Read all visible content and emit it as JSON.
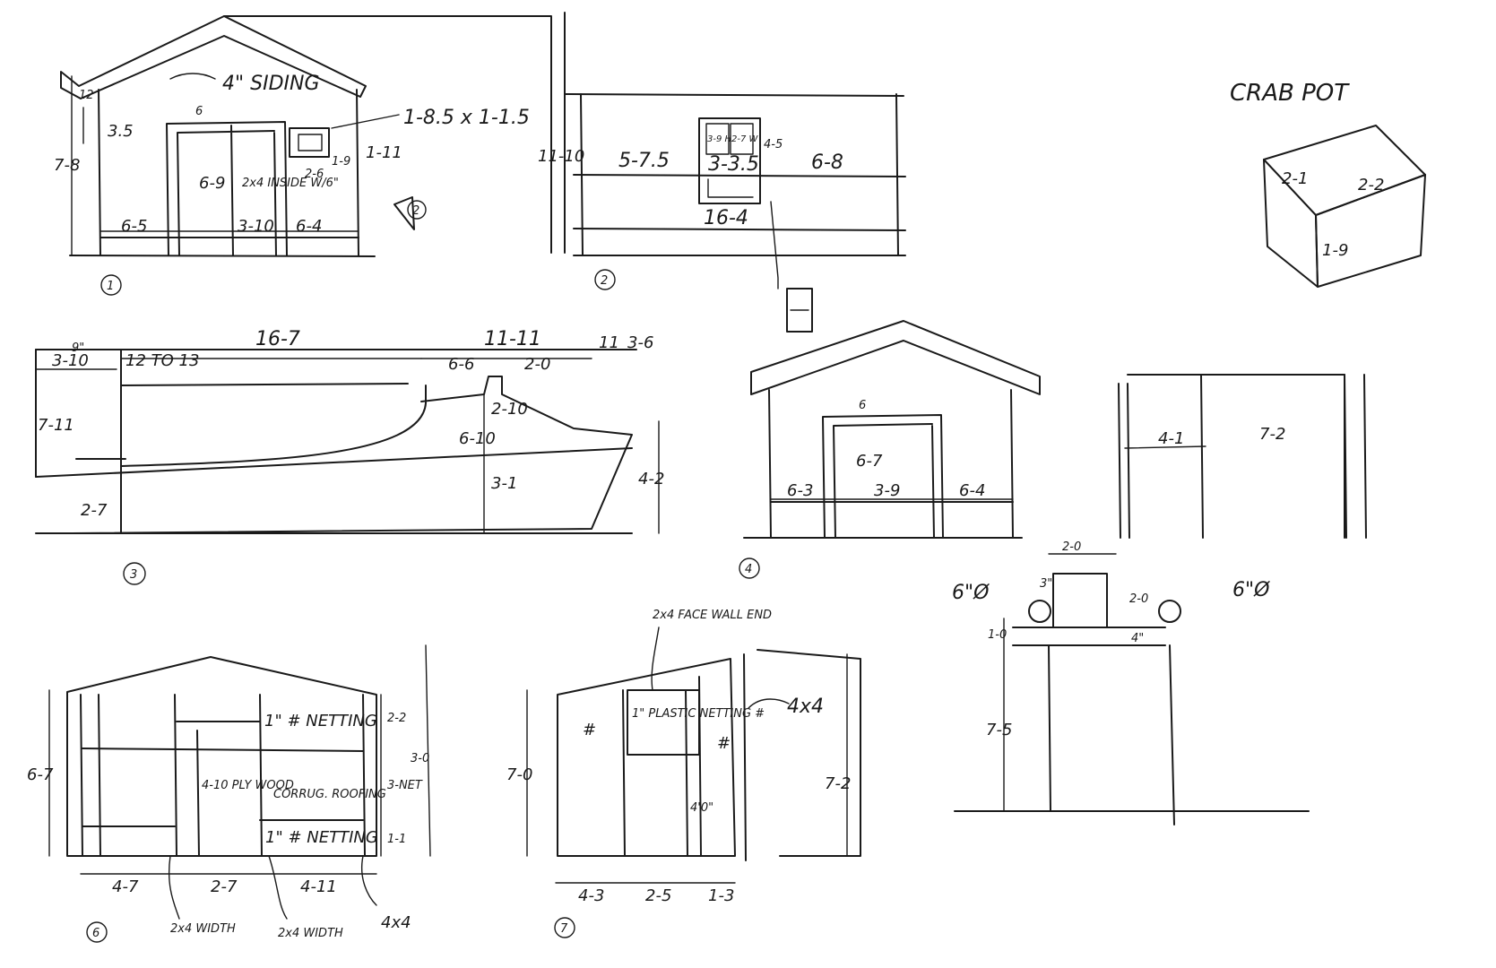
{
  "title": "CRAB POT",
  "view_numbers": [
    "1",
    "2",
    "3",
    "4",
    "6",
    "7"
  ],
  "labels": {
    "siding": "4\" SIDING",
    "door_frame": "2x4 INSIDE W/6\"",
    "netting_top": "1\" # NETTING",
    "plywood": "4-10 PLY WOOD",
    "corrugated": "CORRUG. ROOFING",
    "netting_bottom": "1\" # NETTING",
    "width_a": "2x4 WIDTH",
    "width_b": "2x4 WIDTH",
    "post_6": "4x4",
    "plastic_netting": "1\" PLASTIC NETTING #",
    "face_wall": "2x4 FACE WALL END",
    "post_7": "4x4",
    "hash_l": "#",
    "hash_r": "#",
    "dia_l": "6\"Ø",
    "dia_r": "6\"Ø"
  },
  "dims": {
    "v1": [
      "7-8",
      "12",
      "3.5",
      "6",
      "6-9",
      "2-6",
      "1-8.5 x 1-1.5",
      "1-11",
      "1-9",
      "6-5",
      "3-10",
      "6-4"
    ],
    "v2": [
      "11-10",
      "5-7.5",
      "3-3.5",
      "6-8",
      "16-4",
      "4-5",
      "3-9 H",
      "2-7 W"
    ],
    "crab": [
      "2-1",
      "2-2",
      "1-9"
    ],
    "v3": [
      "3-10",
      "9\"",
      "12 TO 13",
      "16-7",
      "11-11",
      "6-6",
      "2-0",
      "11",
      "3-6",
      "7-11",
      "2-7",
      "2-10",
      "6-10",
      "3-1",
      "4-2"
    ],
    "v4": [
      "6",
      "6-7",
      "6-3",
      "3-9",
      "6-4",
      "4-1",
      "7-2"
    ],
    "v5": [
      "2-0",
      "3\"",
      "2-0",
      "1-0",
      "4\"",
      "7-5"
    ],
    "v6": [
      "6-7",
      "2-2",
      "3-0",
      "3-NET",
      "1-1",
      "4-7",
      "2-7",
      "4-11"
    ],
    "v7": [
      "7-0",
      "4'0\"",
      "7-2",
      "4-3",
      "2-5",
      "1-3"
    ]
  }
}
